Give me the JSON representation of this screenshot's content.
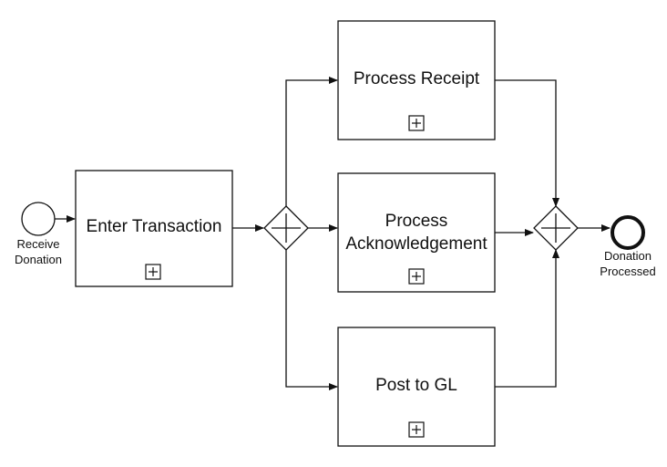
{
  "diagram": {
    "start_event": {
      "label_line1": "Receive",
      "label_line2": "Donation"
    },
    "end_event": {
      "label_line1": "Donation",
      "label_line2": "Processed"
    },
    "tasks": {
      "enter_transaction": {
        "label": "Enter Transaction"
      },
      "process_receipt": {
        "label": "Process Receipt"
      },
      "process_acknowledgement": {
        "label_line1": "Process",
        "label_line2": "Acknowledgement"
      },
      "post_to_gl": {
        "label": "Post to GL"
      }
    },
    "gateways": {
      "split": {
        "type": "parallel"
      },
      "join": {
        "type": "parallel"
      }
    },
    "subprocess_marker": "plus-in-square"
  }
}
